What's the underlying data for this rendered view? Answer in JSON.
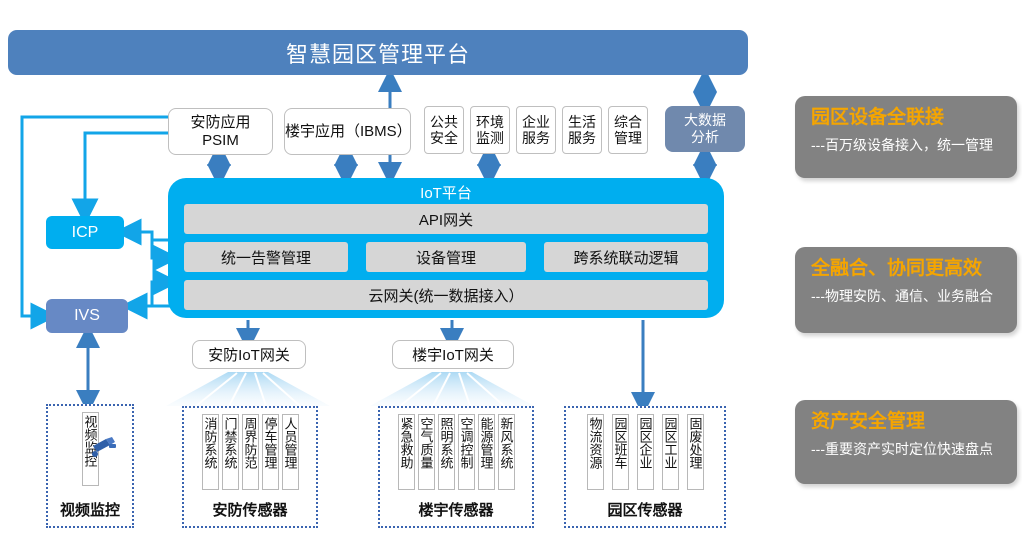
{
  "header": {
    "title": "智慧园区管理平台"
  },
  "applications": [
    {
      "name": "security-app",
      "label": "安防应用\nPSIM"
    },
    {
      "name": "building-app",
      "label": "楼宇应用（IBMS）"
    }
  ],
  "mini_apps": [
    {
      "name": "public-safety",
      "label": "公共\n安全"
    },
    {
      "name": "environment-monitor",
      "label": "环境\n监测"
    },
    {
      "name": "enterprise-service",
      "label": "企业\n服务"
    },
    {
      "name": "life-service",
      "label": "生活\n服务"
    },
    {
      "name": "integrated-management",
      "label": "综合\n管理"
    }
  ],
  "bigdata": {
    "label": "大数据\n分析"
  },
  "iot_platform": {
    "title": "IoT平台",
    "api_gateway": "API网关",
    "middle": [
      {
        "name": "unified-alarm-management",
        "label": "统一告警管理"
      },
      {
        "name": "device-management",
        "label": "设备管理"
      },
      {
        "name": "cross-system-linkage-logic",
        "label": "跨系统联动逻辑"
      }
    ],
    "cloud_gateway": "云网关(统一数据接入）"
  },
  "left_nodes": [
    {
      "name": "icp",
      "label": "ICP",
      "color": "#00AEEF"
    },
    {
      "name": "ivs",
      "label": "IVS",
      "color": "#6789c5"
    }
  ],
  "gateways": [
    {
      "name": "security-iot-gateway",
      "label": "安防IoT网关"
    },
    {
      "name": "building-iot-gateway",
      "label": "楼宇IoT网关"
    }
  ],
  "sensor_groups": [
    {
      "name": "video-surveillance",
      "label": "视频监控",
      "items": [
        "视频监控"
      ],
      "has_camera_icon": true
    },
    {
      "name": "security-sensors",
      "label": "安防传感器",
      "items": [
        "消防系统",
        "门禁系统",
        "周界防范",
        "停车管理",
        "人员管理"
      ],
      "has_camera_icon": false
    },
    {
      "name": "building-sensors",
      "label": "楼宇传感器",
      "items": [
        "紧急救助",
        "空气质量",
        "照明系统",
        "空调控制",
        "能源管理",
        "新风系统"
      ],
      "has_camera_icon": false
    },
    {
      "name": "park-sensors",
      "label": "园区传感器",
      "items": [
        "物流资源",
        "园区班车",
        "园区企业",
        "园区工业",
        "固废处理"
      ],
      "has_camera_icon": false
    }
  ],
  "feature_panels": [
    {
      "name": "full-device-connection",
      "title": "园区设备全联接",
      "subtitle": "---百万级设备接入，统一管理"
    },
    {
      "name": "full-convergence",
      "title": "全融合、协同更高效",
      "subtitle": "---物理安防、通信、业务融合"
    },
    {
      "name": "asset-security-management",
      "title": "资产安全管理",
      "subtitle": "---重要资产实时定位快速盘点"
    }
  ],
  "colors": {
    "header_blue": "#4E81BD",
    "iot_cyan": "#00AEEF",
    "ivs_blue": "#6789c5",
    "panel_gray": "#828282",
    "accent_orange": "#F5A500",
    "arrow_blue": "#3a7ec0",
    "arrow_cyan": "#12A5E8"
  }
}
